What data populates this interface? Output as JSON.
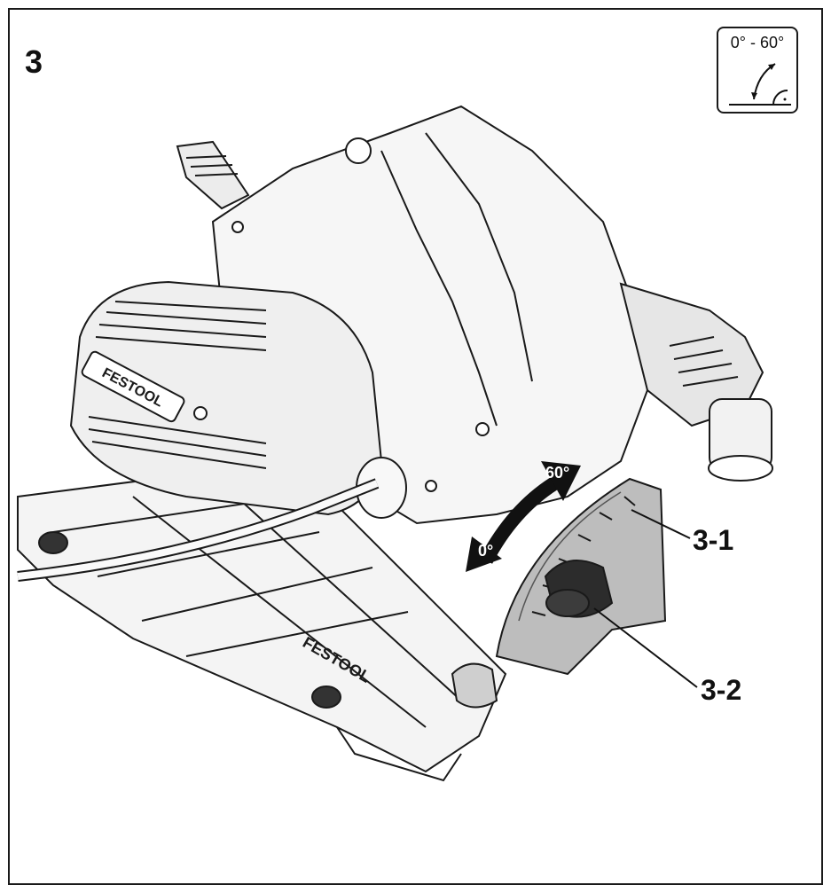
{
  "figure": {
    "number": "3",
    "badge_text": "0° - 60°"
  },
  "arrow_labels": {
    "max_angle": "60°",
    "min_angle": "0°"
  },
  "callouts": [
    {
      "id": "3-1",
      "label": "3-1"
    },
    {
      "id": "3-2",
      "label": "3-2"
    }
  ],
  "brand_marks": [
    "FESTOOL",
    "FESTOOL"
  ]
}
